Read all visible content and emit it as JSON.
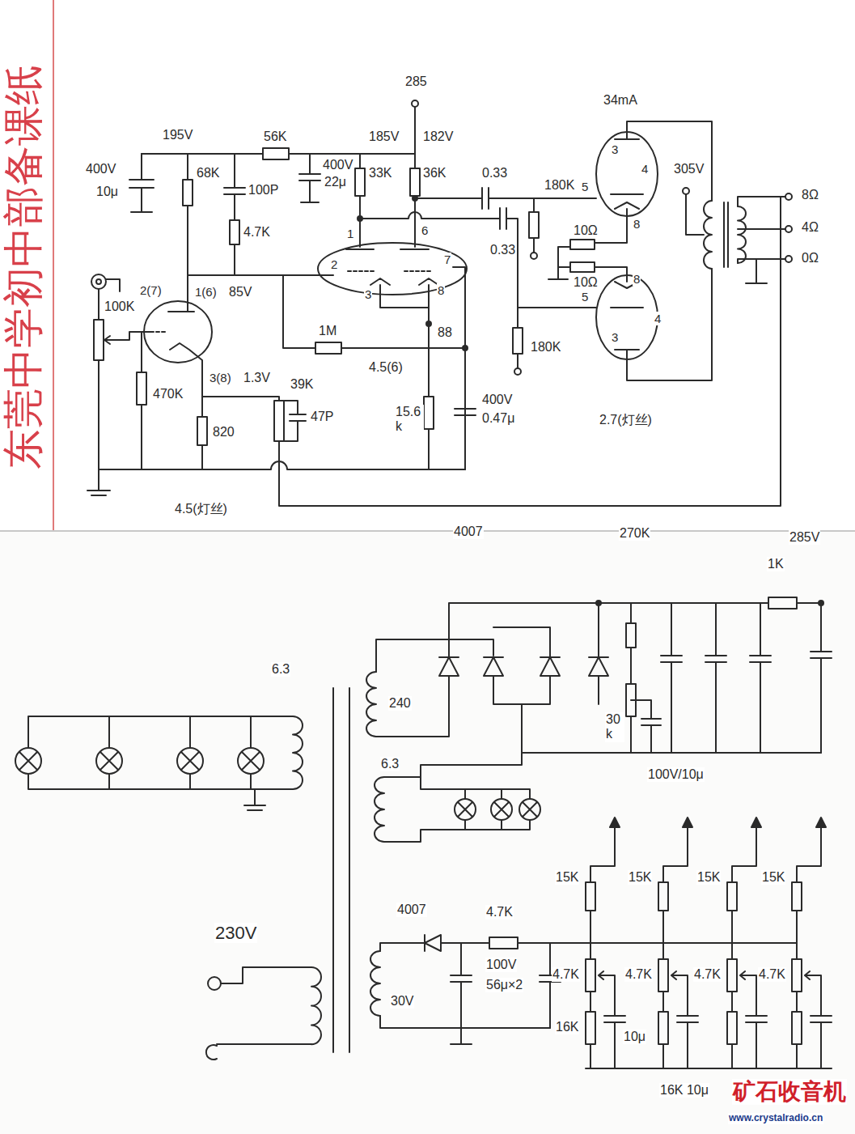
{
  "diagram": {
    "labels": [
      "东莞中学初中部备课纸",
      "285",
      "195V",
      "56K",
      "185V",
      "182V",
      "34mA",
      "400V",
      "10μ",
      "68K",
      "100P",
      "4.7K",
      "400V",
      "22μ",
      "33K",
      "36K",
      "0.33",
      "180K",
      "305V",
      "8Ω",
      "4Ω",
      "0Ω",
      "1",
      "6",
      "2",
      "7",
      "3",
      "8",
      "0.33",
      "10Ω",
      "10Ω",
      "3",
      "4",
      "5",
      "8",
      "8",
      "5",
      "4",
      "3",
      "100K",
      "2(7)",
      "1(6)",
      "85V",
      "1M",
      "88",
      "4.5(6)",
      "3(8)",
      "1.3V",
      "39K",
      "470K",
      "820",
      "47P",
      "15.6 k",
      "400V",
      "0.47μ",
      "2.7(灯丝)",
      "4.5(灯丝)",
      "180K",
      "6.3",
      "4007",
      "270K",
      "285V",
      "1K",
      "240",
      "30 k",
      "100V/10μ",
      "6.3",
      "230V",
      "4007",
      "4.7K",
      "100V",
      "56μ×2",
      "15K",
      "15K",
      "15K",
      "15K",
      "30V",
      "4.7K",
      "4.7K",
      "4.7K",
      "4.7K",
      "16K",
      "10μ",
      "16K 10μ",
      "矿石收音机",
      "www.crystalradio.cn"
    ]
  }
}
